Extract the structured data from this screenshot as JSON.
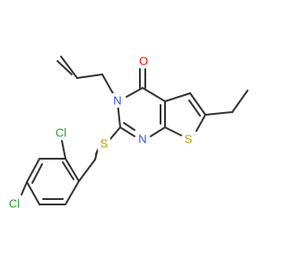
{
  "colors": {
    "bond": "#333333",
    "O": "#ff0d0d",
    "N": "#3050f8",
    "S": "#b2a200",
    "Cl": "#1fa01f"
  },
  "atoms": {
    "O": "O",
    "N3": "N",
    "N1": "N",
    "S_ring": "S",
    "S_link": "S",
    "Cl1": "Cl",
    "Cl2": "Cl"
  }
}
